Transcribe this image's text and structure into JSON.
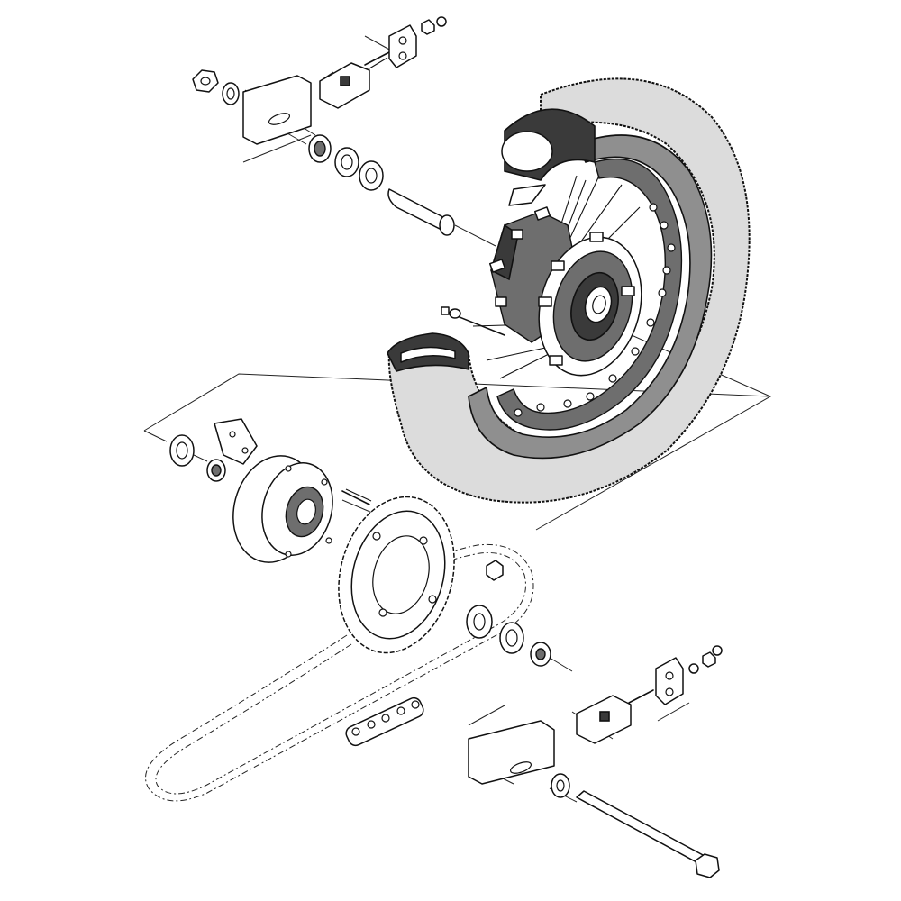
{
  "diagram": {
    "kind": "exploded-view",
    "components": [
      "rear-wheel",
      "tire",
      "inner-tube",
      "rim",
      "spokes",
      "cush-drive-hub",
      "sprocket-carrier",
      "rear-sprocket",
      "drive-chain",
      "chain-adjuster-left",
      "chain-adjuster-right",
      "swingarm-end-left",
      "swingarm-end-right",
      "axle",
      "axle-nut",
      "washer",
      "wheel-bearing",
      "spacer",
      "oil-seal",
      "valve-stem",
      "sprocket-stud",
      "sprocket-nut"
    ],
    "colors": {
      "line": "#111111",
      "tire": "#dcdcdc",
      "rim": "#8f8f8f",
      "tube": "#3a3a3a",
      "background": "#ffffff"
    }
  }
}
